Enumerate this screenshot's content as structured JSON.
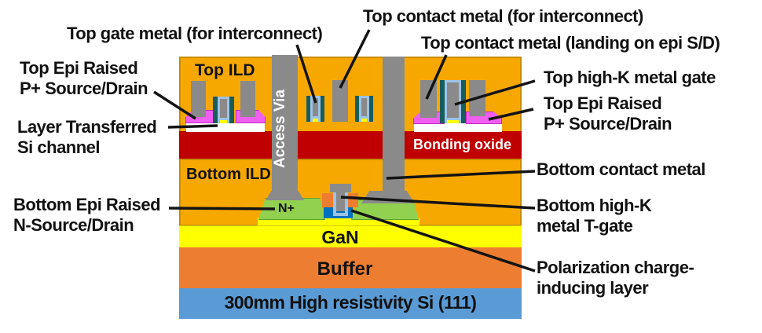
{
  "colors": {
    "amber": "#F7A800",
    "amber_border": "#C98C00",
    "red": "#C00000",
    "gray": "#8A8A8A",
    "pink": "#F05FF0",
    "pink_border": "#C52BC5",
    "teal": "#185C5C",
    "lightblue": "#9DC3E6",
    "green": "#92D050",
    "green_border": "#5EA32C",
    "blue": "#0070C0",
    "orange": "#ED7D31",
    "yellow": "#FFFF00",
    "si_blue": "#5B9BD5",
    "leader_line": "#141414"
  },
  "diagram": {
    "region_labels": {
      "top_ild": "Top ILD",
      "bottom_ild": "Bottom ILD",
      "access_via": "Access Via",
      "bonding_oxide": "Bonding oxide",
      "n_plus": "N+",
      "gan": "GaN",
      "buffer": "Buffer",
      "substrate": "300mm High resistivity Si (111)"
    },
    "callouts": [
      {
        "id": "top-gate-metal",
        "text": "Top gate metal (for interconnect)"
      },
      {
        "id": "top-contact-interconnect",
        "text": "Top contact metal (for interconnect)"
      },
      {
        "id": "top-contact-landing",
        "text": "Top contact metal (landing on epi S/D)"
      },
      {
        "id": "top-epi-left",
        "text": "Top Epi Raised\nP+ Source/Drain"
      },
      {
        "id": "layer-transferred",
        "text": "Layer Transferred\nSi channel"
      },
      {
        "id": "bottom-epi",
        "text": "Bottom Epi Raised\nN-Source/Drain"
      },
      {
        "id": "top-highk-gate",
        "text": "Top high-K metal gate"
      },
      {
        "id": "top-epi-right",
        "text": "Top Epi Raised\nP+ Source/Drain"
      },
      {
        "id": "bottom-contact",
        "text": "Bottom contact metal"
      },
      {
        "id": "bottom-highk-tgate",
        "text": "Bottom high-K\nmetal T-gate"
      },
      {
        "id": "polarization-layer",
        "text": "Polarization charge-\ninducing layer"
      }
    ]
  }
}
